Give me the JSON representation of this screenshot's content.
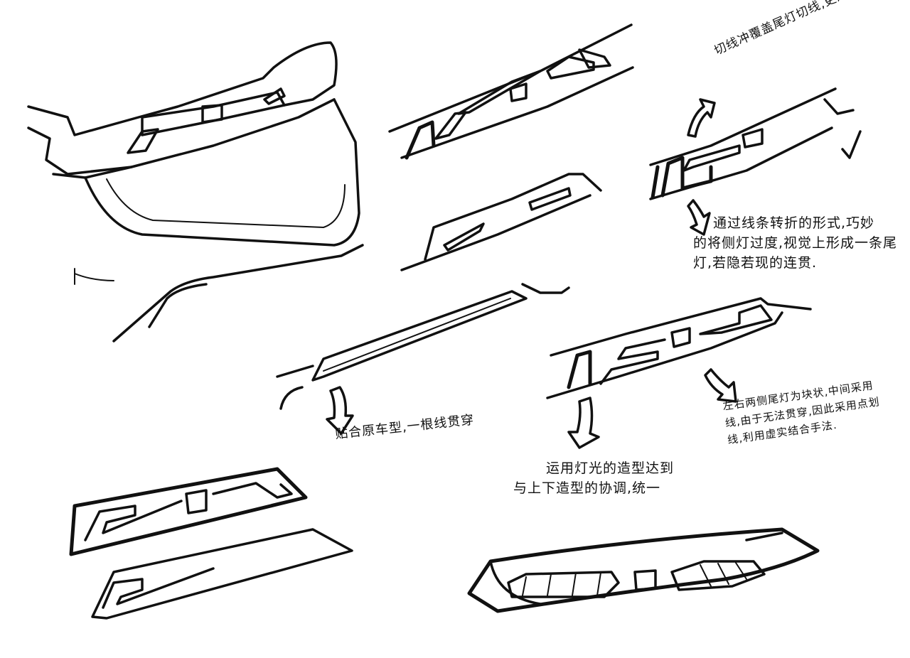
{
  "annotations": {
    "top_right_arrow_note": "切线冲覆盖尾灯切线,更连贯",
    "middle_right_note": [
      "通过线条转折的形式,巧妙",
      "的将侧灯过度,视觉上形成一条尾",
      "灯,若隐若现的连贯."
    ],
    "left_center_note": "贴合原车型,一根线贯穿",
    "center_bottom_note": [
      "运用灯光的造型达到",
      "与上下造型的协调,统一"
    ],
    "right_bottom_note": [
      "左右两侧尾灯为块状,中间采用",
      "线,由于无法贯穿,因此采用点划",
      "线,利用虚实结合手法."
    ]
  },
  "icons": {
    "checkmark": "checkmark-icon",
    "arrow": "hand-drawn-arrow-icon"
  },
  "colors": {
    "ink": "#111111",
    "paper": "#ffffff",
    "shade": "#d9d9d9"
  }
}
